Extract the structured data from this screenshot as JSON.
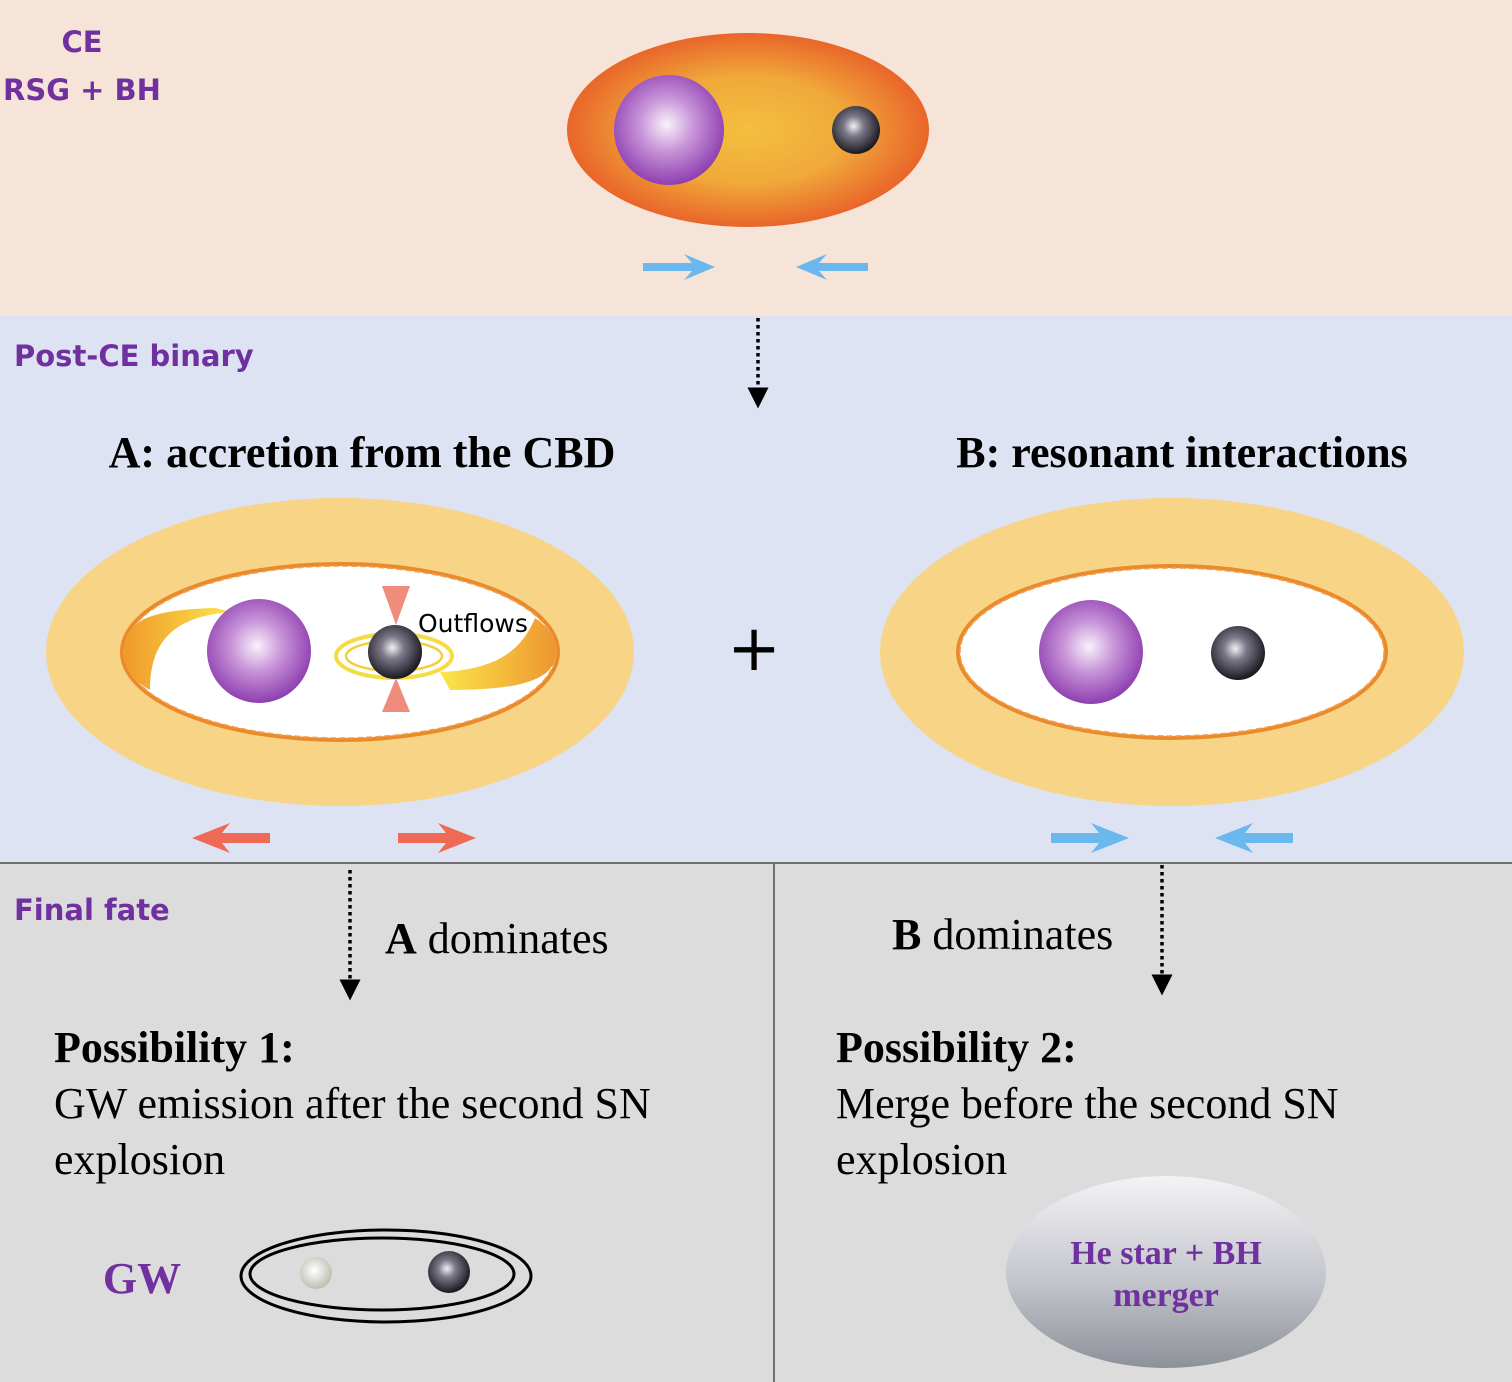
{
  "sections": {
    "ce": {
      "label_line1": "CE",
      "label_line2": "RSG + BH"
    },
    "post_ce": {
      "label": "Post-CE binary",
      "panel_a_title": "A: accretion from the CBD",
      "panel_b_title": "B: resonant interactions",
      "outflows_label": "Outflows",
      "plus": "+"
    },
    "final": {
      "label": "Final fate",
      "a_dominates": {
        "bold": "A",
        "rest": " dominates"
      },
      "b_dominates": {
        "bold": "B",
        "rest": " dominates"
      },
      "possibility1": {
        "title": "Possibility 1:",
        "line1": "GW emission after the second SN",
        "line2": "explosion"
      },
      "possibility2": {
        "title": "Possibility 2:",
        "line1": "Merge before the second SN",
        "line2": "explosion"
      },
      "gw_label": "GW",
      "merger_line1": "He star + BH",
      "merger_line2": "merger"
    }
  },
  "colors": {
    "ce_bg": "#f7e4d8",
    "post_bg": "#dde3f2",
    "final_bg": "#dcdcdc",
    "label_purple": "#7030a0",
    "disk": "#f8d487",
    "disk_rim": "#ea8a2a",
    "inward_arrow": "#6bb8ee",
    "outward_arrow": "#ee6a55",
    "outflow_cone": "#f08c7c"
  }
}
